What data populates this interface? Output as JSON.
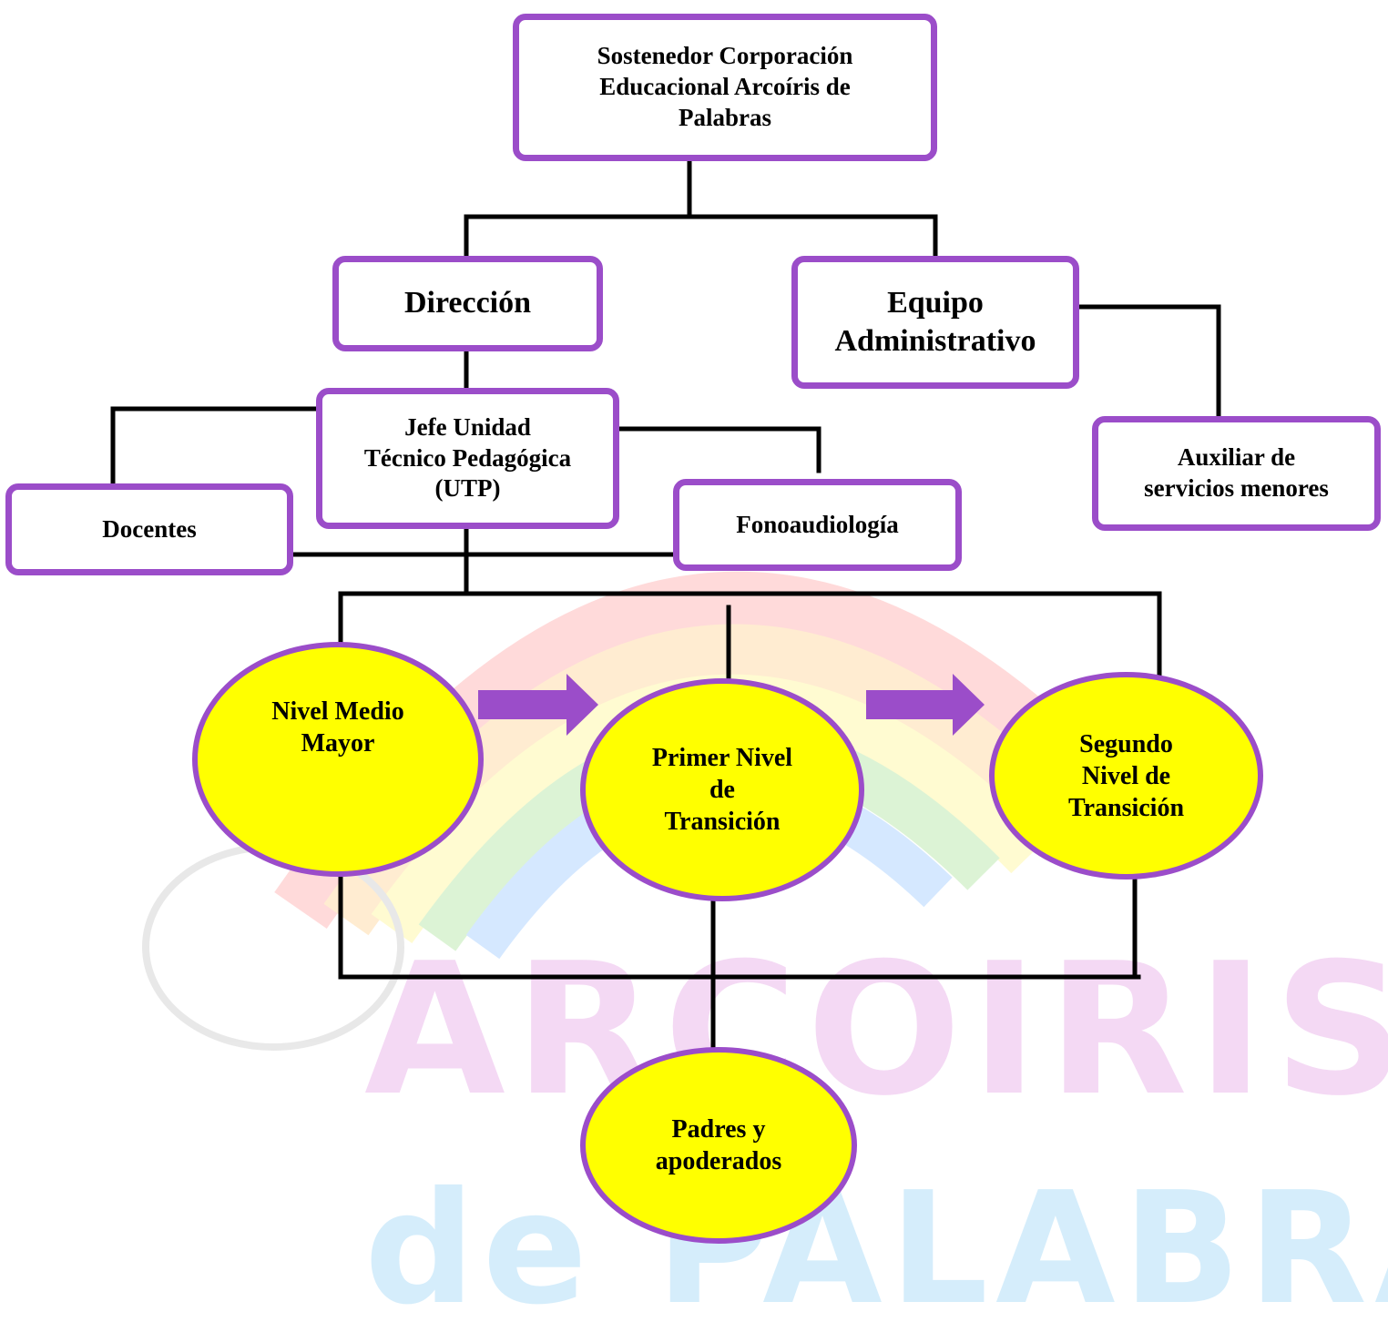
{
  "nodes": {
    "sostenedor": "Sostenedor Corporación\nEducacional Arcoíris de\nPalabras",
    "direccion": "Dirección",
    "equipo_administrativo": "Equipo\nAdministrativo",
    "jefe_utp": "Jefe Unidad\nTécnico Pedagógica\n(UTP)",
    "docentes": "Docentes",
    "fonoaudiologia": "Fonoaudiología",
    "auxiliar": "Auxiliar de\nservicios menores",
    "nivel_medio_mayor": "Nivel Medio\nMayor",
    "primer_nivel": "Primer Nivel\nde\nTransición",
    "segundo_nivel": "Segundo\nNivel de\nTransición",
    "padres": "Padres y\napoderados"
  },
  "watermark": {
    "line1": "ARCOIRIS",
    "line2": "de PALABRAS"
  },
  "colors": {
    "border": "#9b4dc9",
    "ellipse_fill": "#ffff00",
    "arrow": "#9b4dc9",
    "connector": "#000000"
  }
}
